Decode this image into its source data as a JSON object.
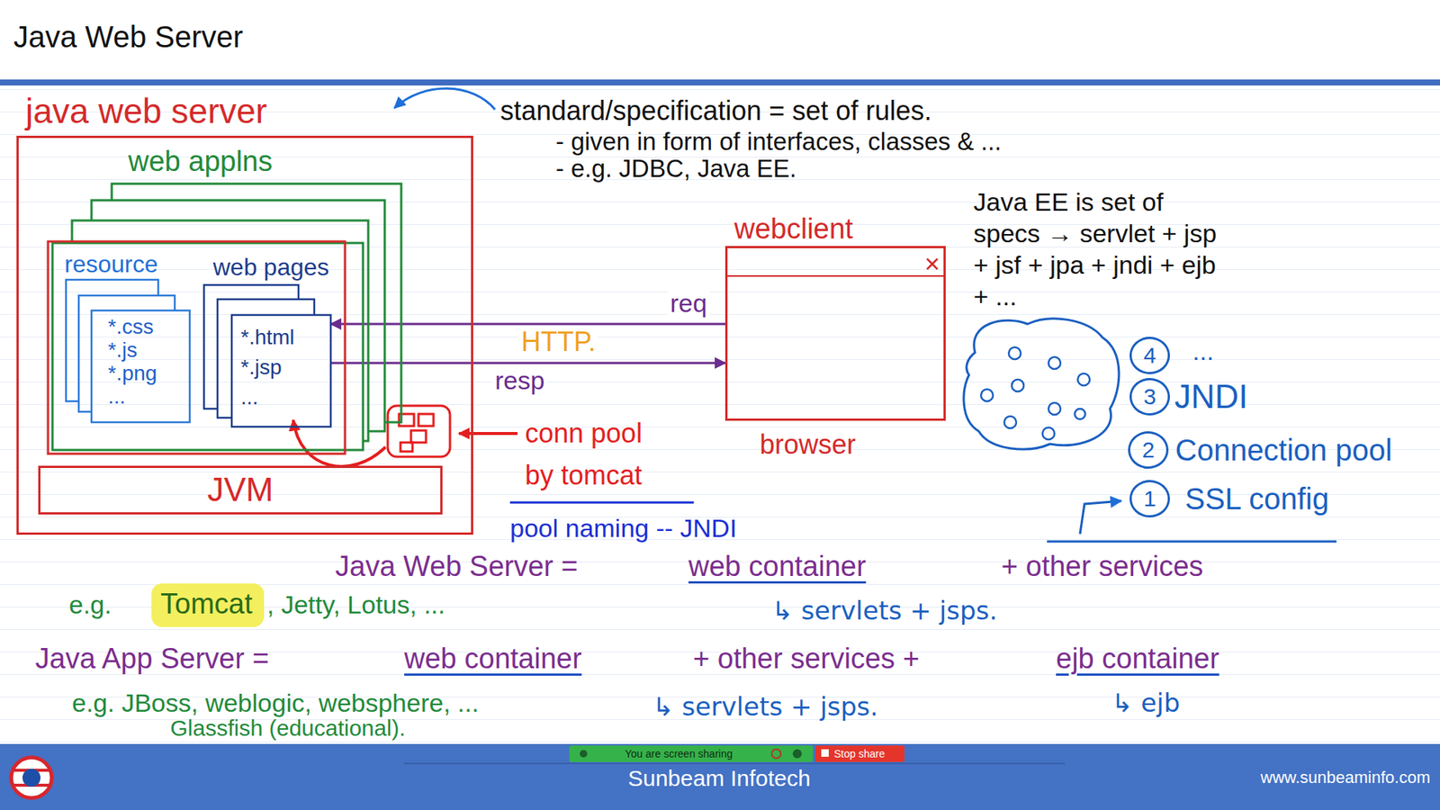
{
  "diagram": {
    "title": "Java Web Server",
    "nodes": [
      {
        "text": [
          "java web server"
        ]
      },
      {
        "text": [
          "web applns"
        ],
        "in": 0
      },
      {
        "text": [
          "resource",
          "*.css *.js *.png ..."
        ],
        "in": 1
      },
      {
        "text": [
          "web pages",
          "*.html *.jsp ..."
        ],
        "in": 1
      },
      {
        "text": [
          "JVM"
        ],
        "in": 0
      },
      {
        "text": [
          "webclient",
          "browser"
        ]
      },
      {
        "text": [
          "4"
        ]
      },
      {
        "text": [
          "3"
        ]
      },
      {
        "text": [
          "2"
        ]
      },
      {
        "text": [
          "1"
        ]
      }
    ],
    "edges": [
      {
        "from": 5,
        "to": 3,
        "arrow": "to",
        "label": "req"
      },
      {
        "from": 3,
        "to": 5,
        "arrow": "to",
        "label": "resp"
      }
    ],
    "labels": [
      "standard/specification = set of rules.",
      "- given in form of interfaces, classes & ...",
      "- e.g. JDBC, Java EE.",
      "Java EE is set of specs → servlet + jsp + jsf + jpa + jndi + ejb + ...",
      "HTTP.",
      "conn pool by tomcat",
      "pool naming -- JNDI",
      "...",
      "JNDI",
      "Connection pool",
      "SSL config",
      "Java Web Server =",
      "web container",
      "+ other services",
      "↳ servlets + jsps.",
      "e.g.",
      "Tomcat",
      ", Jetty, Lotus, ...",
      "Java App Server =",
      "web container",
      "+ other services +",
      "ejb container",
      "e.g. JBoss, weblogic, websphere, ...",
      "↳ servlets + jsps.",
      "↳ ejb",
      "Glassfish (educational).",
      "You are screen sharing",
      "Stop share",
      "Sunbeam Infotech",
      "www.sunbeaminfo.com"
    ]
  }
}
